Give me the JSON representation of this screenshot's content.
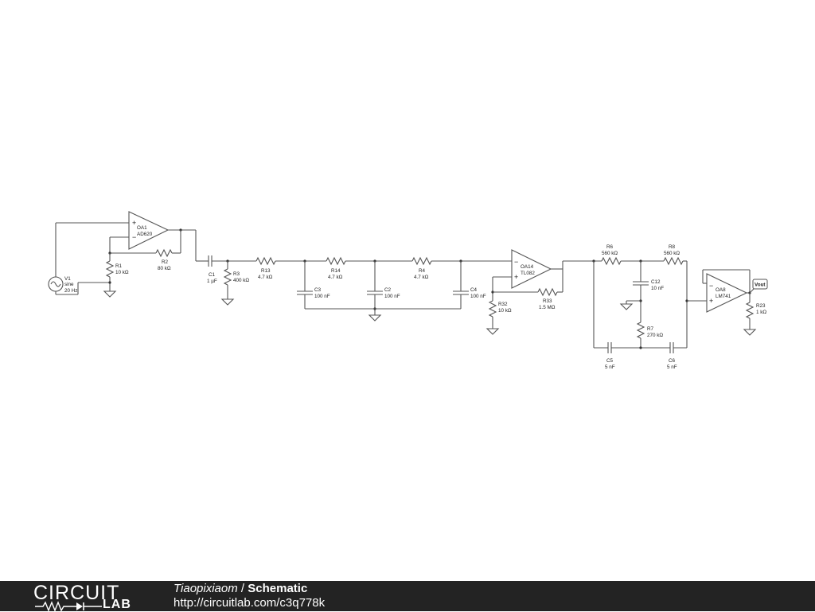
{
  "schematic": {
    "components": {
      "V1": {
        "ref": "V1",
        "line1": "sine",
        "line2": "20 Hz"
      },
      "OA1": {
        "ref": "OA1",
        "model": "AD620"
      },
      "R1": {
        "ref": "R1",
        "value": "10 kΩ"
      },
      "R2": {
        "ref": "R2",
        "value": "80 kΩ"
      },
      "C1": {
        "ref": "C1",
        "value": "1 µF"
      },
      "R3": {
        "ref": "R3",
        "value": "400 kΩ"
      },
      "R13": {
        "ref": "R13",
        "value": "4.7 kΩ"
      },
      "R14": {
        "ref": "R14",
        "value": "4.7 kΩ"
      },
      "R4": {
        "ref": "R4",
        "value": "4.7 kΩ"
      },
      "C3": {
        "ref": "C3",
        "value": "100 nF"
      },
      "C2": {
        "ref": "C2",
        "value": "100 nF"
      },
      "C4": {
        "ref": "C4",
        "value": "100 nF"
      },
      "OA14": {
        "ref": "OA14",
        "model": "TL082"
      },
      "R32": {
        "ref": "R32",
        "value": "10 kΩ"
      },
      "R33": {
        "ref": "R33",
        "value": "1.5 MΩ"
      },
      "R6": {
        "ref": "R6",
        "value": "560 kΩ"
      },
      "R8": {
        "ref": "R8",
        "value": "560 kΩ"
      },
      "C12": {
        "ref": "C12",
        "value": "10 nF"
      },
      "R7": {
        "ref": "R7",
        "value": "270 kΩ"
      },
      "C5": {
        "ref": "C5",
        "value": "5 nF"
      },
      "C6": {
        "ref": "C6",
        "value": "5 nF"
      },
      "OA8": {
        "ref": "OA8",
        "model": "LM741"
      },
      "R23": {
        "ref": "R23",
        "value": "1 kΩ"
      }
    },
    "output_label": "Vout",
    "opamp_plus": "+",
    "opamp_minus": "−"
  },
  "footer": {
    "logo_top": "CIRCUIT",
    "logo_bottom": "LAB",
    "user": "Tiaopixiaom",
    "separator": " / ",
    "doc_title": "Schematic",
    "url": "http://circuitlab.com/c3q778k"
  },
  "colors": {
    "wire": "#555555",
    "footer_bg": "#232323",
    "footer_text": "#ffffff"
  }
}
